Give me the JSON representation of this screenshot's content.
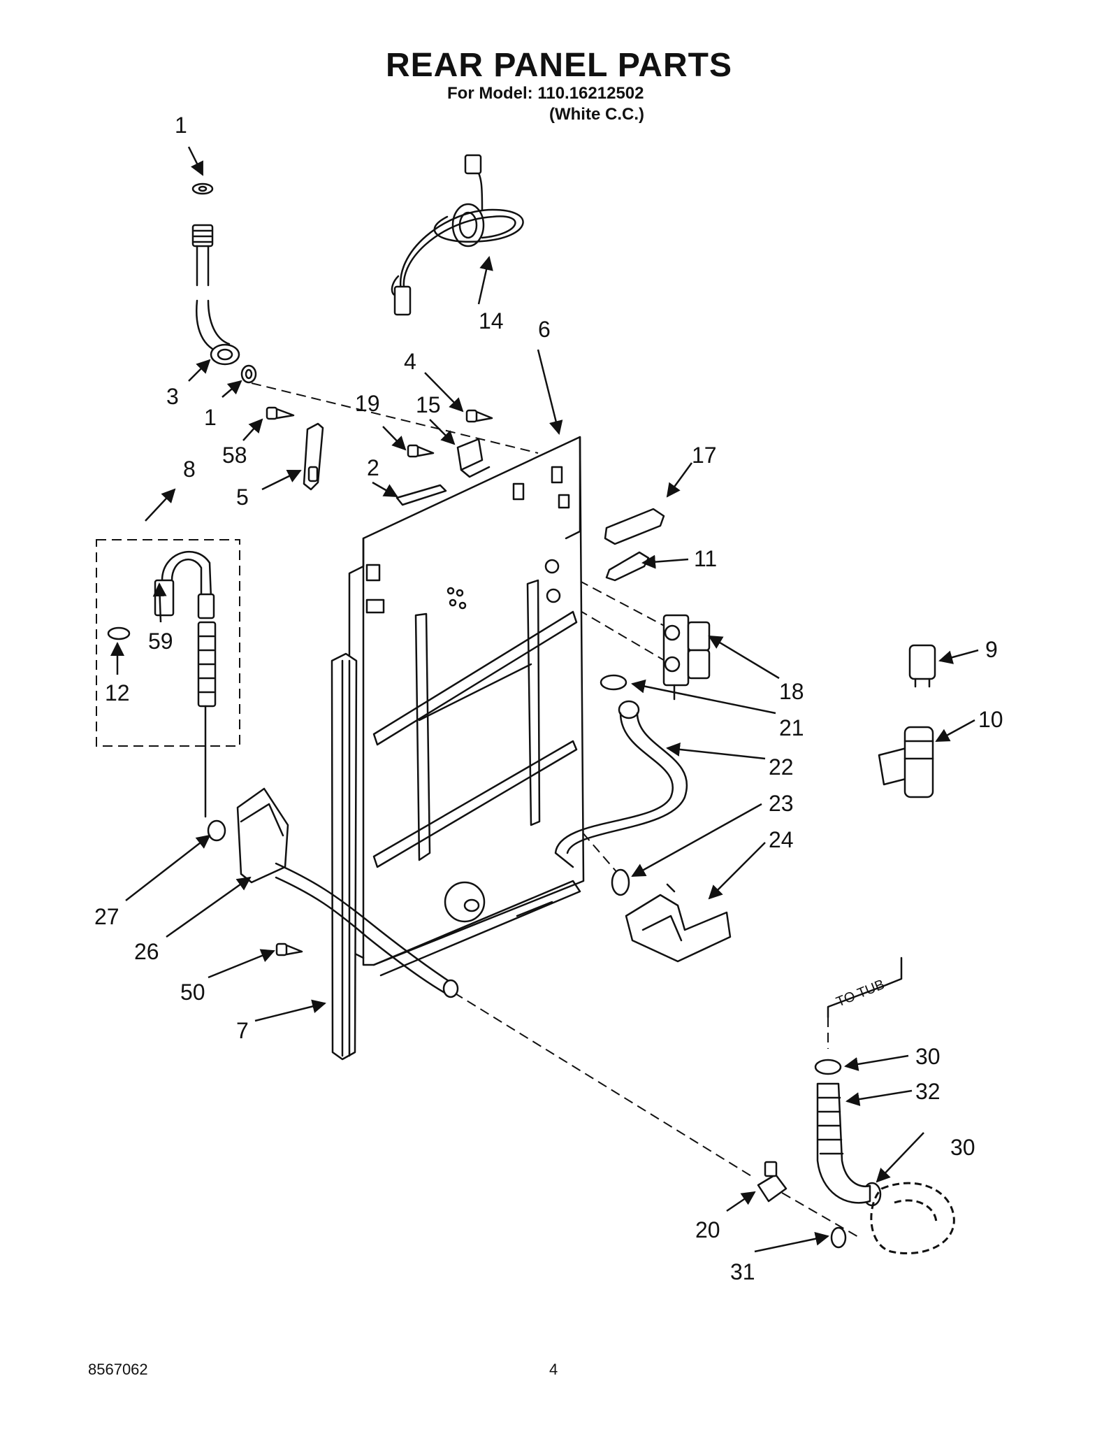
{
  "header": {
    "title": "REAR PANEL PARTS",
    "model_line": "For Model: 110.16212502",
    "color_line": "(White C.C.)"
  },
  "footer": {
    "doc_number": "8567062",
    "page_number": "4"
  },
  "annotation": {
    "to_tub": "TO TUB"
  },
  "callouts": {
    "c1_top": "1",
    "c1_mid": "1",
    "c2": "2",
    "c3": "3",
    "c4": "4",
    "c5": "5",
    "c6": "6",
    "c7": "7",
    "c8": "8",
    "c9": "9",
    "c10": "10",
    "c11": "11",
    "c12": "12",
    "c14": "14",
    "c15": "15",
    "c17": "17",
    "c18": "18",
    "c19": "19",
    "c20": "20",
    "c21": "21",
    "c22": "22",
    "c23": "23",
    "c24": "24",
    "c26": "26",
    "c27": "27",
    "c30_top": "30",
    "c30_low": "30",
    "c31": "31",
    "c32": "32",
    "c50": "50",
    "c58": "58",
    "c59": "59"
  }
}
